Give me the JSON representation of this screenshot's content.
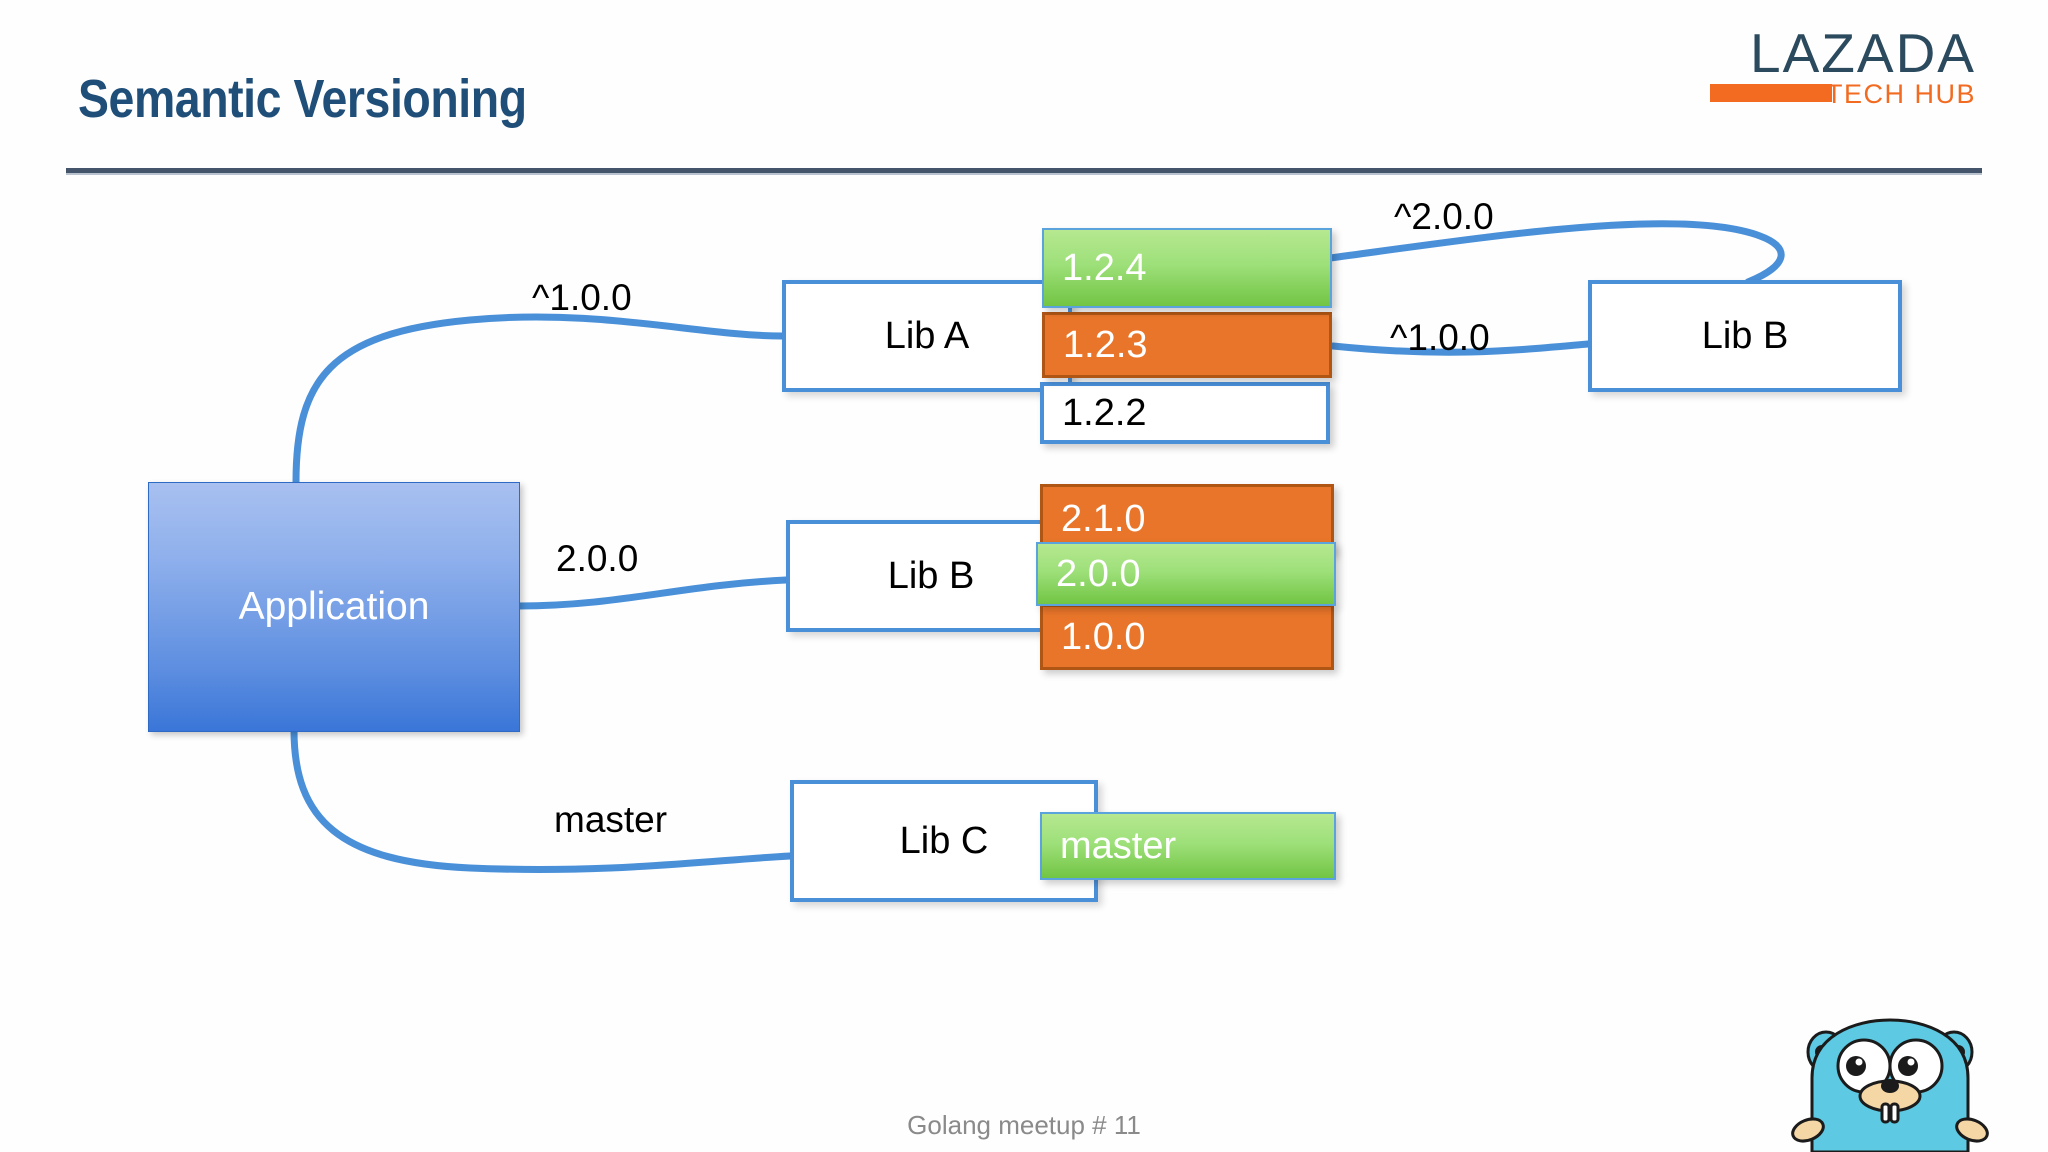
{
  "slide": {
    "title": "Semantic Versioning",
    "footer": "Golang meetup # 11"
  },
  "logo": {
    "wordmark": "LAZADA",
    "tagline": "TECH HUB",
    "wordmark_color": "#2b4a5e",
    "accent_color": "#f26b21",
    "bar_icon": "orange-bar-icon"
  },
  "colors": {
    "title": "#1f4e79",
    "rule": "#44546a",
    "node_border": "#4a90d9",
    "app_fill_top": "#a8c0f0",
    "app_fill_bottom": "#3a76d8",
    "version_selected": "#9ee07a",
    "version_available": "#e8752a",
    "version_plain": "#ffffff",
    "connector": "#4a90d9",
    "footer_text": "#8a8a8a",
    "gopher": "#5dc9e2"
  },
  "diagram": {
    "root": {
      "label": "Application"
    },
    "nodes": [
      {
        "id": "lib-a",
        "label": "Lib A"
      },
      {
        "id": "lib-b-right",
        "label": "Lib B"
      },
      {
        "id": "lib-b-mid",
        "label": "Lib B"
      },
      {
        "id": "lib-c",
        "label": "Lib C"
      }
    ],
    "edges": [
      {
        "id": "app-to-lib-a",
        "label": "^1.0.0"
      },
      {
        "id": "app-to-lib-b",
        "label": "2.0.0"
      },
      {
        "id": "app-to-lib-c",
        "label": "master"
      },
      {
        "id": "lib-a-to-lib-b-top",
        "label": "^2.0.0"
      },
      {
        "id": "lib-a-to-lib-b-mid",
        "label": "^1.0.0"
      }
    ],
    "version_stacks": [
      {
        "owner": "lib-a",
        "versions": [
          {
            "label": "1.2.4",
            "state": "selected"
          },
          {
            "label": "1.2.3",
            "state": "available"
          },
          {
            "label": "1.2.2",
            "state": "plain"
          }
        ]
      },
      {
        "owner": "lib-b-mid",
        "versions": [
          {
            "label": "2.1.0",
            "state": "available"
          },
          {
            "label": "2.0.0",
            "state": "selected"
          },
          {
            "label": "1.0.0",
            "state": "available"
          }
        ]
      },
      {
        "owner": "lib-c",
        "versions": [
          {
            "label": "master",
            "state": "selected"
          }
        ]
      }
    ]
  },
  "mascot": {
    "name": "go-gopher-icon"
  }
}
